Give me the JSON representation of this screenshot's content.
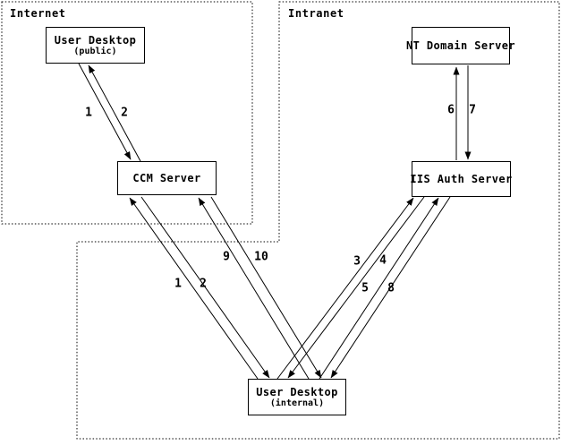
{
  "diagram": {
    "colors": {
      "line": "#000000",
      "background": "#ffffff"
    },
    "zones": {
      "internet": {
        "label": "Internet"
      },
      "intranet": {
        "label": "Intranet"
      }
    },
    "nodes": {
      "user_desktop_public": {
        "title": "User Desktop",
        "subtitle": "(public)"
      },
      "ccm_server": {
        "title": "CCM Server"
      },
      "nt_domain_server": {
        "title": "NT Domain Server"
      },
      "iis_auth_server": {
        "title": "IIS Auth Server"
      },
      "user_desktop_internal": {
        "title": "User Desktop",
        "subtitle": "(internal)"
      }
    },
    "arrows": [
      {
        "label": "1",
        "from": "user_desktop_public",
        "to": "ccm_server"
      },
      {
        "label": "2",
        "from": "ccm_server",
        "to": "user_desktop_public"
      },
      {
        "label": "1",
        "from": "user_desktop_internal",
        "to": "ccm_server"
      },
      {
        "label": "2",
        "from": "ccm_server",
        "to": "user_desktop_internal"
      },
      {
        "label": "3",
        "from": "user_desktop_internal",
        "to": "iis_auth_server"
      },
      {
        "label": "4",
        "from": "iis_auth_server",
        "to": "user_desktop_internal"
      },
      {
        "label": "5",
        "from": "user_desktop_internal",
        "to": "iis_auth_server"
      },
      {
        "label": "6",
        "from": "iis_auth_server",
        "to": "nt_domain_server"
      },
      {
        "label": "7",
        "from": "nt_domain_server",
        "to": "iis_auth_server"
      },
      {
        "label": "8",
        "from": "iis_auth_server",
        "to": "user_desktop_internal"
      },
      {
        "label": "9",
        "from": "user_desktop_internal",
        "to": "ccm_server"
      },
      {
        "label": "10",
        "from": "ccm_server",
        "to": "user_desktop_internal"
      }
    ]
  }
}
